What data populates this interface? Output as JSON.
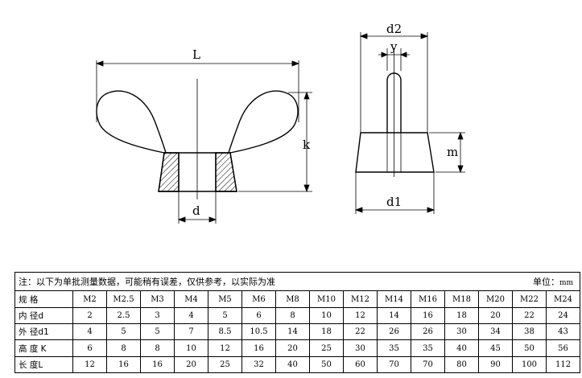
{
  "drawing": {
    "labels": {
      "L": "L",
      "k": "k",
      "d": "d",
      "d2": "d2",
      "y": "y",
      "m": "m",
      "d1": "d1"
    }
  },
  "table": {
    "note": "注：以下为单批测量数据，可能稍有误差，仅供参考，以实际为准",
    "unit_label": "单位：",
    "unit_value": "mm",
    "rows": [
      {
        "label": "规 格",
        "values": [
          "M2",
          "M2.5",
          "M3",
          "M4",
          "M5",
          "M6",
          "M8",
          "M10",
          "M12",
          "M14",
          "M16",
          "M18",
          "M20",
          "M22",
          "M24"
        ]
      },
      {
        "label": "内 径d",
        "values": [
          "2",
          "2.5",
          "3",
          "4",
          "5",
          "6",
          "8",
          "10",
          "12",
          "14",
          "16",
          "18",
          "20",
          "22",
          "24"
        ]
      },
      {
        "label": "外 径d1",
        "values": [
          "4",
          "5",
          "5",
          "7",
          "8.5",
          "10.5",
          "14",
          "18",
          "22",
          "26",
          "26",
          "30",
          "34",
          "38",
          "43"
        ]
      },
      {
        "label": "高 度 K",
        "values": [
          "6",
          "8",
          "8",
          "10",
          "12",
          "16",
          "20",
          "25",
          "30",
          "35",
          "35",
          "40",
          "45",
          "50",
          "56"
        ]
      },
      {
        "label": "长 度L",
        "values": [
          "12",
          "16",
          "16",
          "20",
          "25",
          "32",
          "40",
          "50",
          "60",
          "70",
          "70",
          "80",
          "90",
          "100",
          "112"
        ]
      }
    ]
  }
}
